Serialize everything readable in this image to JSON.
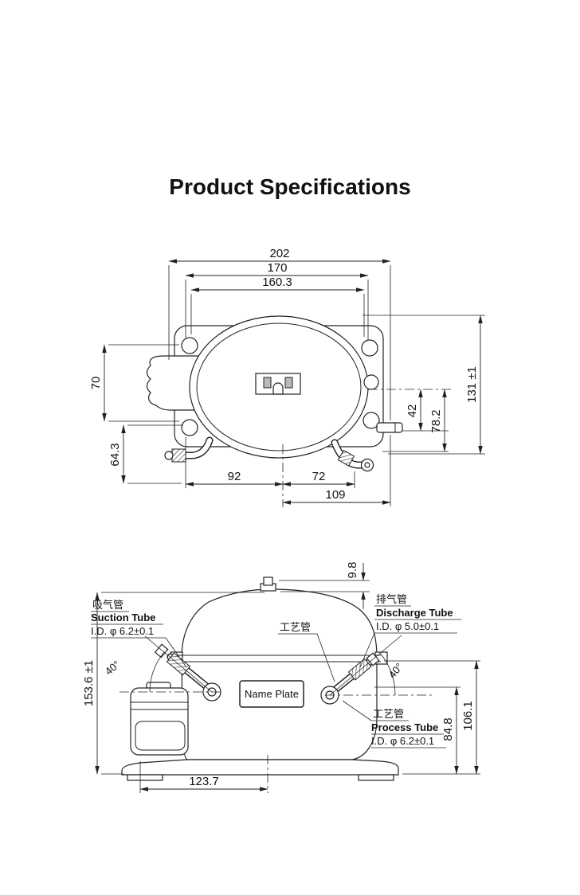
{
  "page": {
    "title": "Product Specifications"
  },
  "top_view": {
    "dim_202": "202",
    "dim_170": "170",
    "dim_160_3": "160.3",
    "dim_131": "131 ±1",
    "dim_70": "70",
    "dim_42": "42",
    "dim_78_2": "78.2",
    "dim_64_3": "64.3",
    "dim_92": "92",
    "dim_72": "72",
    "dim_109": "109"
  },
  "side_view": {
    "dim_9_8": "9.8",
    "dim_153_6": "153.6 ±1",
    "dim_123_7": "123.7",
    "dim_84_8": "84.8",
    "dim_106_1": "106.1",
    "angle_left": "40°",
    "angle_right": "40°",
    "suction_cn": "吸气管",
    "suction_en": "Suction Tube",
    "suction_id": "I.D. φ 6.2±0.1",
    "discharge_cn": "排气管",
    "discharge_en": "Discharge Tube",
    "discharge_id": "I.D. φ 5.0±0.1",
    "process_top_cn": "工艺管",
    "process_cn": "工艺管",
    "process_en": "Process Tube",
    "process_id": "I.D. φ 6.2±0.1",
    "name_plate": "Name Plate"
  }
}
